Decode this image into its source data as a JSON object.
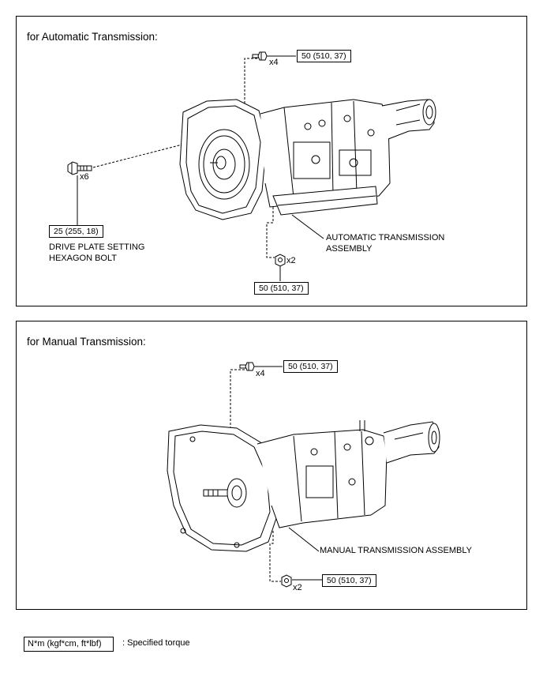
{
  "automatic": {
    "title": "for Automatic Transmission:",
    "top_bolt_qty": "x4",
    "top_torque": "50 (510, 37)",
    "drive_plate_qty": "x6",
    "drive_plate_torque": "25 (255, 18)",
    "drive_plate_label_line1": "DRIVE PLATE SETTING",
    "drive_plate_label_line2": "HEXAGON BOLT",
    "assembly_label_line1": "AUTOMATIC TRANSMISSION",
    "assembly_label_line2": "ASSEMBLY",
    "nut_qty": "x2",
    "nut_torque": "50 (510, 37)"
  },
  "manual": {
    "title": "for Manual Transmission:",
    "top_bolt_qty": "x4",
    "top_torque": "50 (510, 37)",
    "assembly_label": "MANUAL TRANSMISSION ASSEMBLY",
    "nut_qty": "x2",
    "nut_torque": "50 (510, 37)"
  },
  "legend": {
    "unit_box": "N*m (kgf*cm, ft*lbf)",
    "description": ": Specified torque"
  }
}
